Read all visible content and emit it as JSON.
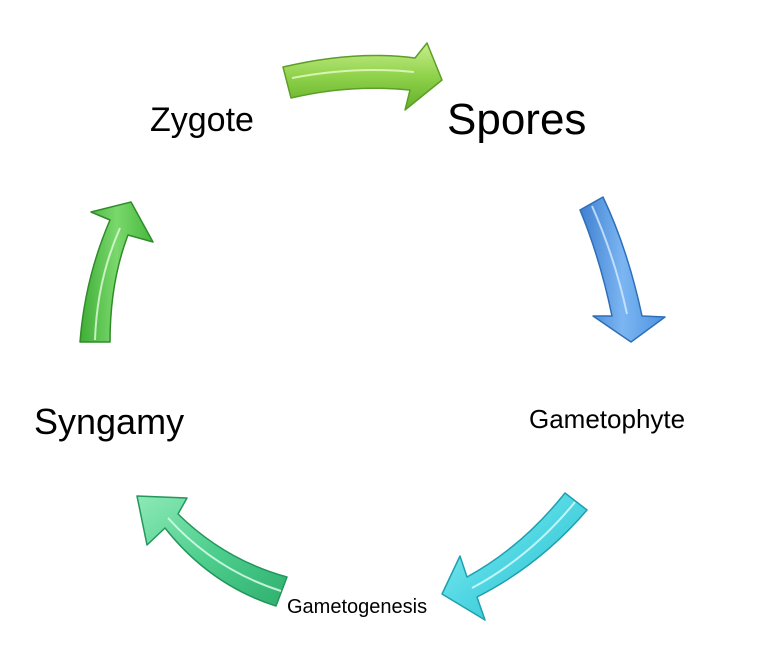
{
  "nodes": {
    "zygote": "Zygote",
    "spores": "Spores",
    "gametophyte": "Gametophyte",
    "gametogenesis": "Gametogenesis",
    "syngamy": "Syngamy"
  },
  "colors": {
    "arrow_green": "#7ecb3c",
    "arrow_blue": "#5a9ee6",
    "arrow_cyan": "#4fd9e3",
    "arrow_teal": "#49d08c",
    "arrow_lime": "#52c64a"
  }
}
